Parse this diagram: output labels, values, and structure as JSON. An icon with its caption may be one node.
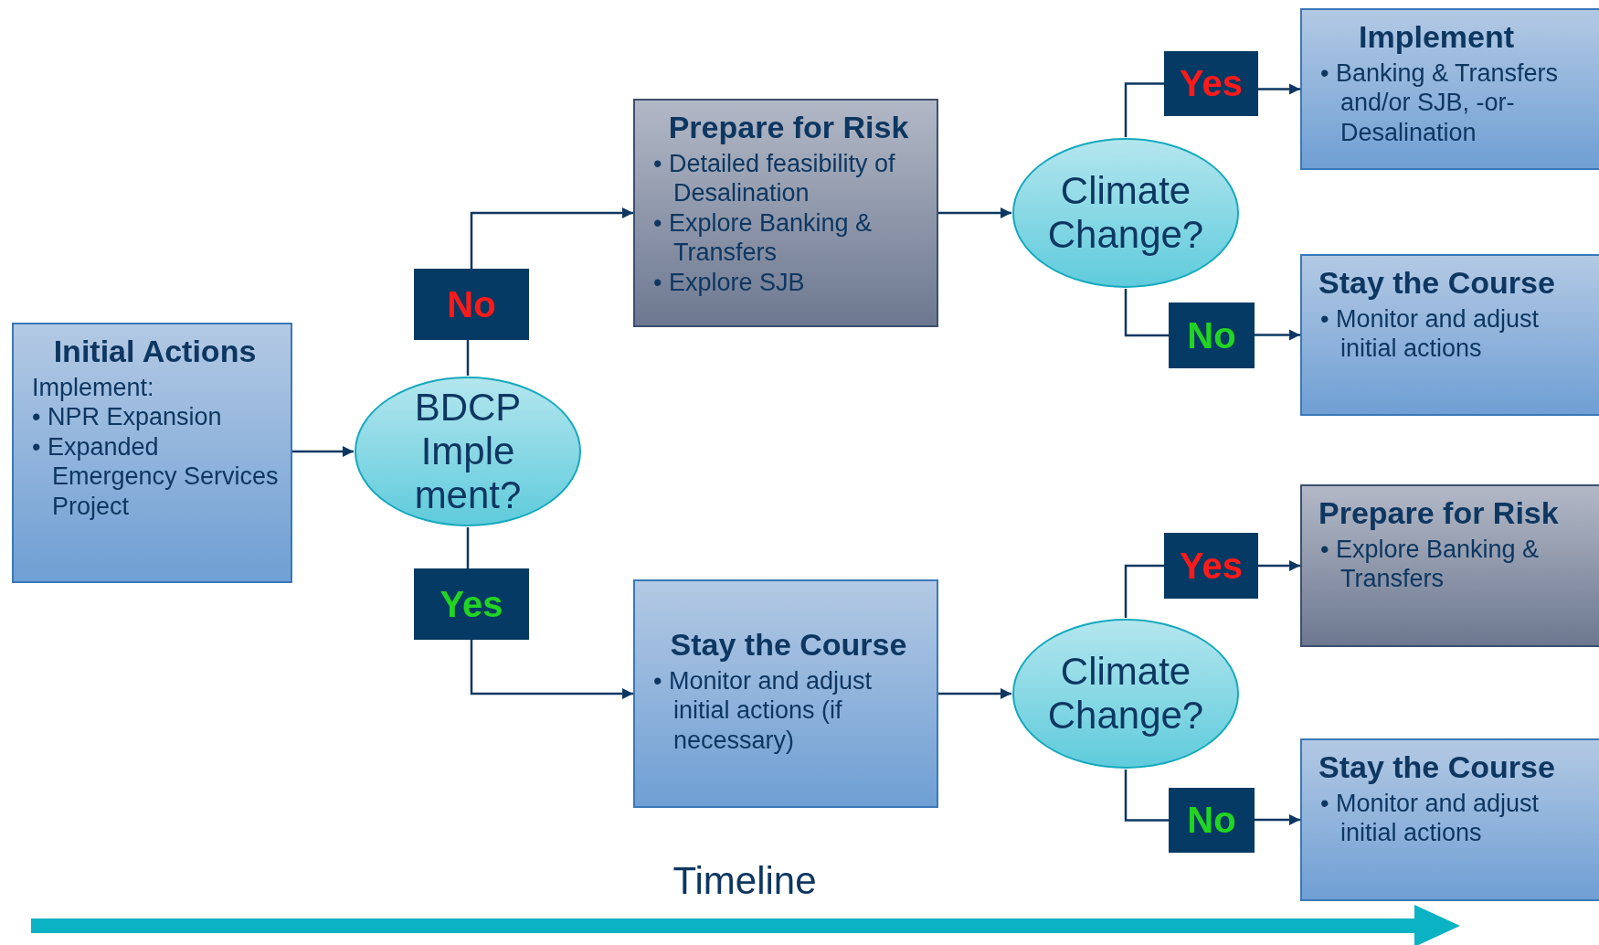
{
  "diagram": {
    "nodes": [
      {
        "text": [
          "Initial Actions",
          "Implement:",
          "• NPR Expansion",
          "• Expanded Emergency Services Project"
        ]
      },
      {
        "text": [
          "BDCP Imple ment?"
        ]
      },
      {
        "text": [
          "No"
        ]
      },
      {
        "text": [
          "Prepare for Risk",
          "• Detailed feasibility of Desalination",
          "• Explore Banking & Transfers",
          "• Explore SJB"
        ]
      },
      {
        "text": [
          "Yes"
        ]
      },
      {
        "text": [
          "Stay the Course",
          "• Monitor and adjust initial actions (if necessary)"
        ]
      },
      {
        "text": [
          "Climate Change?"
        ]
      },
      {
        "text": [
          "Yes"
        ]
      },
      {
        "text": [
          "Implement",
          "• Banking & Transfers and/or SJB, -or- Desalination"
        ]
      },
      {
        "text": [
          "No"
        ]
      },
      {
        "text": [
          "Stay the Course",
          "• Monitor and adjust initial actions"
        ]
      },
      {
        "text": [
          "Climate Change?"
        ]
      },
      {
        "text": [
          "Yes"
        ]
      },
      {
        "text": [
          "Prepare for Risk",
          "• Explore Banking & Transfers"
        ]
      },
      {
        "text": [
          "No"
        ]
      },
      {
        "text": [
          "Stay the Course",
          "• Monitor and adjust initial actions"
        ]
      }
    ],
    "edges": [
      {
        "from": 0,
        "to": 1,
        "arrow": "to"
      },
      {
        "from": 1,
        "to": 2,
        "arrow": "none"
      },
      {
        "from": 2,
        "to": 3,
        "arrow": "to"
      },
      {
        "from": 1,
        "to": 4,
        "arrow": "none"
      },
      {
        "from": 4,
        "to": 5,
        "arrow": "to"
      },
      {
        "from": 3,
        "to": 6,
        "arrow": "to"
      },
      {
        "from": 6,
        "to": 7,
        "arrow": "none"
      },
      {
        "from": 7,
        "to": 8,
        "arrow": "to"
      },
      {
        "from": 6,
        "to": 9,
        "arrow": "none"
      },
      {
        "from": 9,
        "to": 10,
        "arrow": "to"
      },
      {
        "from": 5,
        "to": 11,
        "arrow": "to"
      },
      {
        "from": 11,
        "to": 12,
        "arrow": "none"
      },
      {
        "from": 12,
        "to": 13,
        "arrow": "to"
      },
      {
        "from": 11,
        "to": 14,
        "arrow": "none"
      },
      {
        "from": 14,
        "to": 15,
        "arrow": "to"
      }
    ],
    "labels": [
      "Timeline"
    ]
  }
}
